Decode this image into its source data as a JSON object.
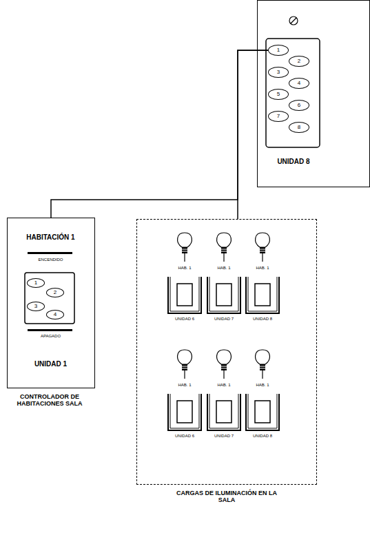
{
  "diagram": {
    "nodes": [
      {
        "text": [
          "UNIDAD 8"
        ]
      },
      {
        "text": [
          "1"
        ],
        "in": 0
      },
      {
        "text": [
          "2"
        ],
        "in": 0
      },
      {
        "text": [
          "3"
        ],
        "in": 0
      },
      {
        "text": [
          "4"
        ],
        "in": 0
      },
      {
        "text": [
          "5"
        ],
        "in": 0
      },
      {
        "text": [
          "6"
        ],
        "in": 0
      },
      {
        "text": [
          "7"
        ],
        "in": 0
      },
      {
        "text": [
          "8"
        ],
        "in": 0
      },
      {
        "text": [
          "HABITACIÓN 1",
          "ENCENDIDO",
          "APAGADO",
          "UNIDAD 1",
          "CONTROLADOR DE HABITACIONES SALA"
        ]
      },
      {
        "text": [
          "1"
        ],
        "in": 9
      },
      {
        "text": [
          "2"
        ],
        "in": 9
      },
      {
        "text": [
          "3"
        ],
        "in": 9
      },
      {
        "text": [
          "4"
        ],
        "in": 9
      },
      {
        "text": [
          "CARGAS DE ILUMINACIÓN EN LA SALA"
        ]
      }
    ],
    "edges": [
      {
        "from": 1,
        "to": 9,
        "arrow": "none"
      },
      {
        "from": 1,
        "to": 14,
        "arrow": "none"
      }
    ],
    "labels": [
      "HAB. 1",
      "HAB. 1",
      "HAB. 1",
      "UNIDAD 6",
      "UNIDAD 7",
      "UNIDAD 8",
      "HAB. 1",
      "HAB. 1",
      "HAB. 1",
      "UNIDAD 6",
      "UNIDAD 7",
      "UNIDAD 8"
    ]
  }
}
